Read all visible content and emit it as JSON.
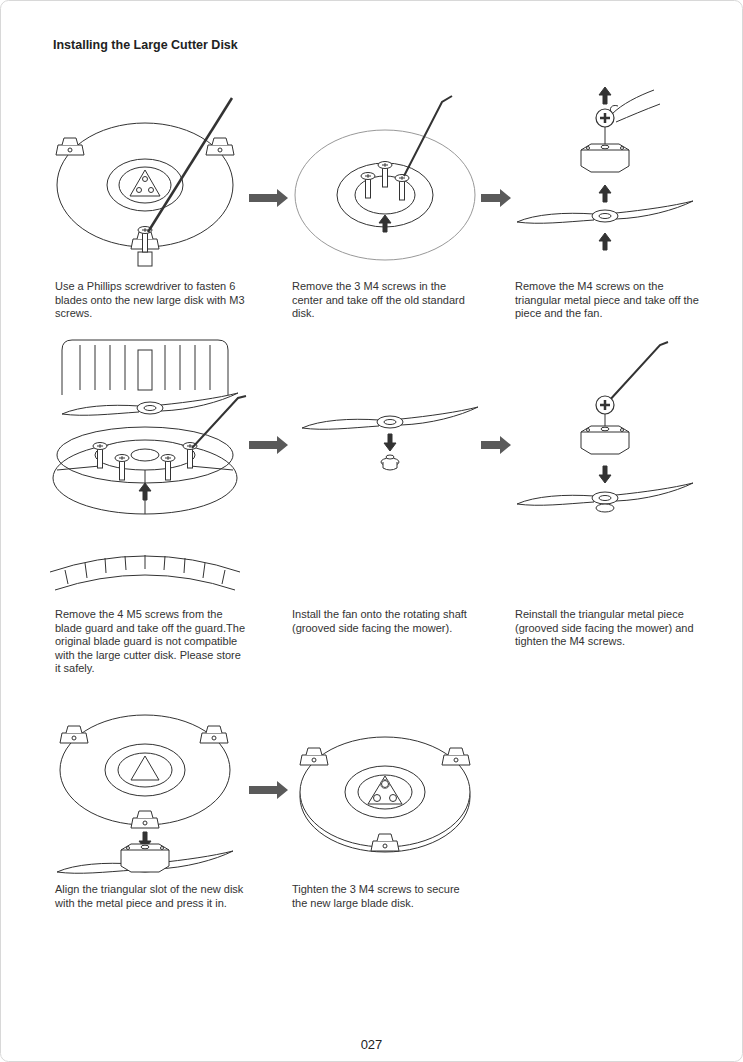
{
  "diagram": {
    "title": "Installing the Large Cutter Disk",
    "nodes": [
      {
        "text": [
          "Use a Phillips screwdriver to fasten 6 blades onto the new large disk with M3 screws."
        ]
      },
      {
        "text": [
          "Remove the 3 M4 screws in the center and take off the old standard disk."
        ]
      },
      {
        "text": [
          "Remove the M4 screws on the triangular metal piece and take off the piece and the fan."
        ]
      },
      {
        "text": [
          "Remove the 4 M5 screws from the blade guard and take off the guard.The original blade guard is not compatible with the large cutter disk. Please store it safely."
        ]
      },
      {
        "text": [
          "Install the fan onto the rotating shaft (grooved side facing the mower)."
        ]
      },
      {
        "text": [
          "Reinstall the triangular metal piece (grooved side facing the mower) and tighten the M4 screws."
        ]
      },
      {
        "text": [
          "Align the triangular slot of the new disk with the metal piece and press it in."
        ]
      },
      {
        "text": [
          "Tighten the 3 M4 screws to secure the new large blade disk."
        ]
      }
    ],
    "edges": [
      {
        "from": 0,
        "to": 1,
        "arrow": "to"
      },
      {
        "from": 1,
        "to": 2,
        "arrow": "to"
      },
      {
        "from": 3,
        "to": 4,
        "arrow": "to"
      },
      {
        "from": 4,
        "to": 5,
        "arrow": "to"
      },
      {
        "from": 6,
        "to": 7,
        "arrow": "to"
      }
    ],
    "labels": [
      "027"
    ]
  }
}
